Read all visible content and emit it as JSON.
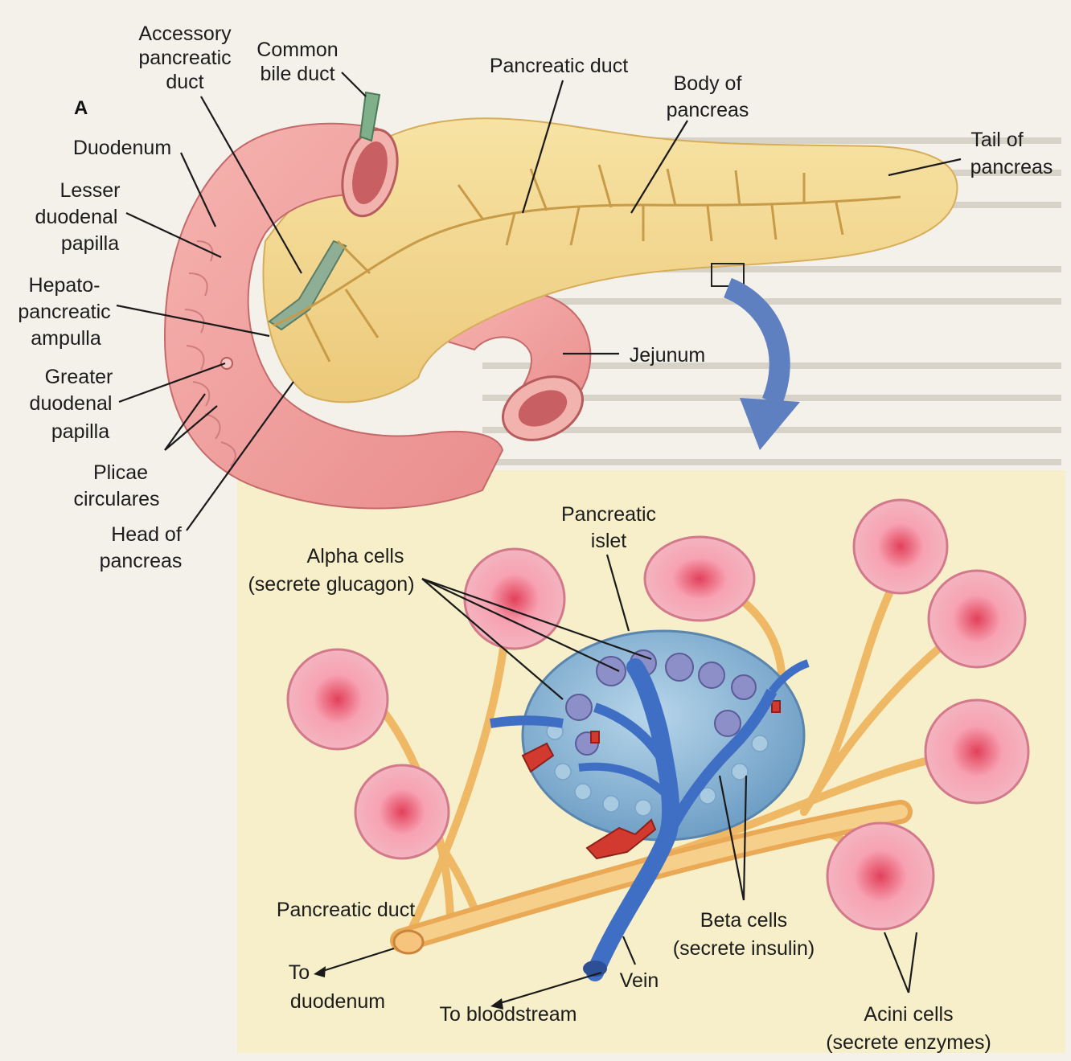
{
  "figure": {
    "panel_letter": "A",
    "upper_labels": {
      "accessory_duct": [
        "Accessory",
        "pancreatic",
        "duct"
      ],
      "common_bile_duct": [
        "Common",
        "bile duct"
      ],
      "pancreatic_duct": "Pancreatic duct",
      "body": [
        "Body of",
        "pancreas"
      ],
      "tail": [
        "Tail of",
        "pancreas"
      ],
      "duodenum": "Duodenum",
      "lesser_papilla": [
        "Lesser",
        "duodenal",
        "papilla"
      ],
      "ampulla": [
        "Hepato-",
        "pancreatic",
        "ampulla"
      ],
      "greater_papilla": [
        "Greater",
        "duodenal",
        "papilla"
      ],
      "plicae": [
        "Plicae",
        "circulares"
      ],
      "head": [
        "Head of",
        "pancreas"
      ],
      "jejunum": "Jejunum"
    },
    "lower_labels": {
      "islet": [
        "Pancreatic",
        "islet"
      ],
      "alpha": [
        "Alpha cells",
        "(secrete glucagon)"
      ],
      "duct": "Pancreatic duct",
      "to_duodenum": [
        "To",
        "duodenum"
      ],
      "to_bloodstream": "To bloodstream",
      "vein": "Vein",
      "beta": [
        "Beta cells",
        "(secrete insulin)"
      ],
      "acini": [
        "Acini cells",
        "(secrete enzymes)"
      ]
    },
    "colors": {
      "pancreas": "#f3d98c",
      "duodenum": "#f0a0a0",
      "islet": "#8fb9d8",
      "vein": "#3f6fc4",
      "artery": "#d23a2f",
      "acini": "#ef8ea0",
      "inset_bg": "#f7efc9"
    }
  }
}
